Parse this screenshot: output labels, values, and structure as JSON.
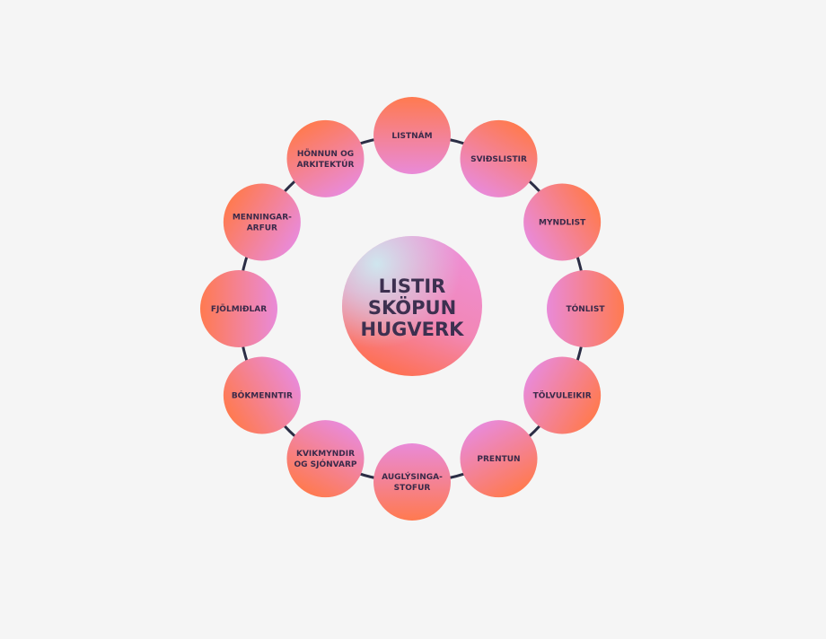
{
  "center": {
    "lines": [
      "LISTIR",
      "SKÖPUN",
      "HUGVERK"
    ]
  },
  "nodes": [
    {
      "lines": [
        "LISTNÁM"
      ]
    },
    {
      "lines": [
        "SVIÐSLISTIR"
      ]
    },
    {
      "lines": [
        "MYNDLIST"
      ]
    },
    {
      "lines": [
        "TÓNLIST"
      ]
    },
    {
      "lines": [
        "TÖLVULEIKIR"
      ]
    },
    {
      "lines": [
        "PRENTUN"
      ]
    },
    {
      "lines": [
        "AUGLÝSINGA-",
        "STOFUR"
      ]
    },
    {
      "lines": [
        "KVIKMYNDIR",
        "OG SJÓNVARP"
      ]
    },
    {
      "lines": [
        "BÓKMENNTIR"
      ]
    },
    {
      "lines": [
        "FJÖLMIÐLAR"
      ]
    },
    {
      "lines": [
        "MENNINGAR-",
        "ARFUR"
      ]
    },
    {
      "lines": [
        "HÖNNUN OG",
        "ARKITEKTÚR"
      ]
    }
  ],
  "colors": {
    "orange": "#ff7a50",
    "pink": "#e98ad8",
    "connector": "#2b2d45",
    "text": "#3a2a4a"
  }
}
